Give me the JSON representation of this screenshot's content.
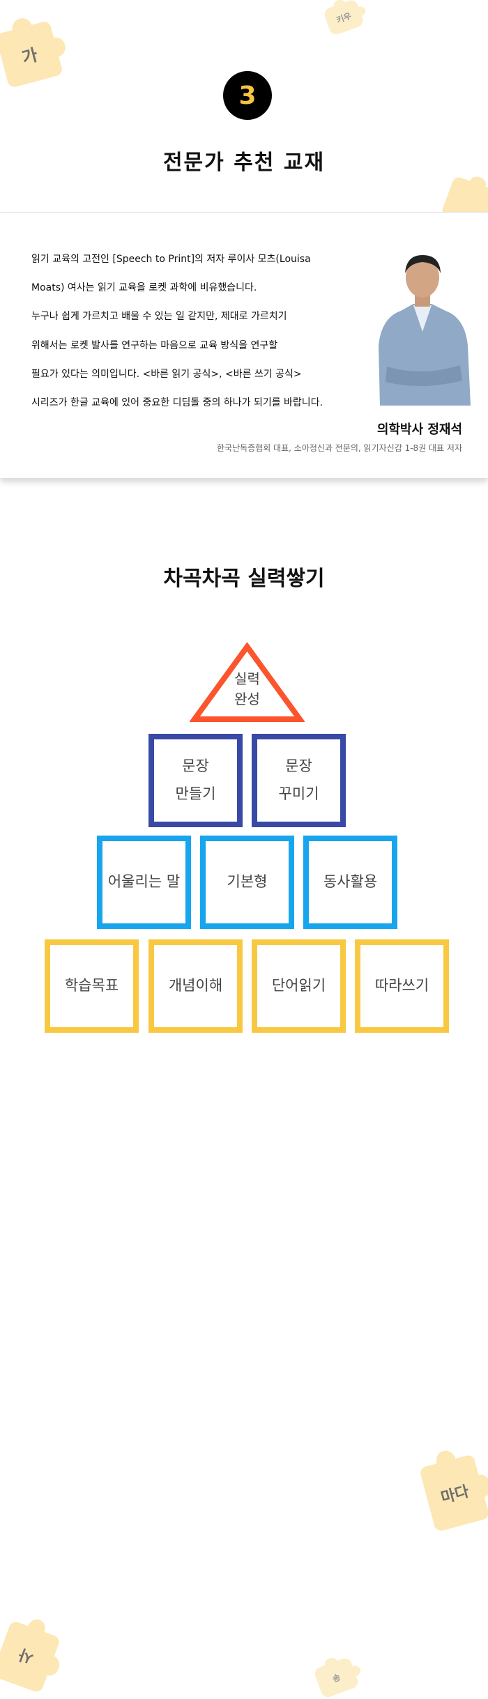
{
  "decor": {
    "puzzle_letters": [
      "가",
      "키우",
      "",
      "마다",
      "사",
      "송"
    ]
  },
  "section1": {
    "step_number": "3",
    "title": "전문가 추천 교재",
    "quote_lines": [
      "읽기 교육의 고전인 [Speech to Print]의 저자 루이사 모츠(Louisa",
      "Moats) 여사는 읽기 교육을 로켓 과학에 비유했습니다.",
      "누구나 쉽게 가르치고 배울 수 있는 일 같지만, 제대로 가르치기",
      "위해서는 로켓 발사를 연구하는 마음으로 교육 방식을 연구할",
      "필요가 있다는 의미입니다. <바른 읽기 공식>, <바른 쓰기 공식>",
      "시리즈가 한글 교육에 있어 중요한 디딤돌 중의 하나가 되기를 바랍니다."
    ],
    "author_name": "의학박사 정재석",
    "author_title": "한국난독증협회 대표, 소아정신과 전문의, 읽기자신감 1-8권 대표 저자"
  },
  "section2": {
    "title": "차곡차곡 실력쌓기",
    "top": [
      "실력",
      "완성"
    ],
    "row2": [
      [
        "문장",
        "만들기"
      ],
      [
        "문장",
        "꾸미기"
      ]
    ],
    "row3": [
      "어울리는 말",
      "기본형",
      "동사활용"
    ],
    "row4": [
      "학습목표",
      "개념이해",
      "단어읽기",
      "따라쓰기"
    ],
    "colors": {
      "top": "#fc542c",
      "row2": "#3949a6",
      "row3": "#17a6ee",
      "row4": "#f9c842"
    }
  }
}
